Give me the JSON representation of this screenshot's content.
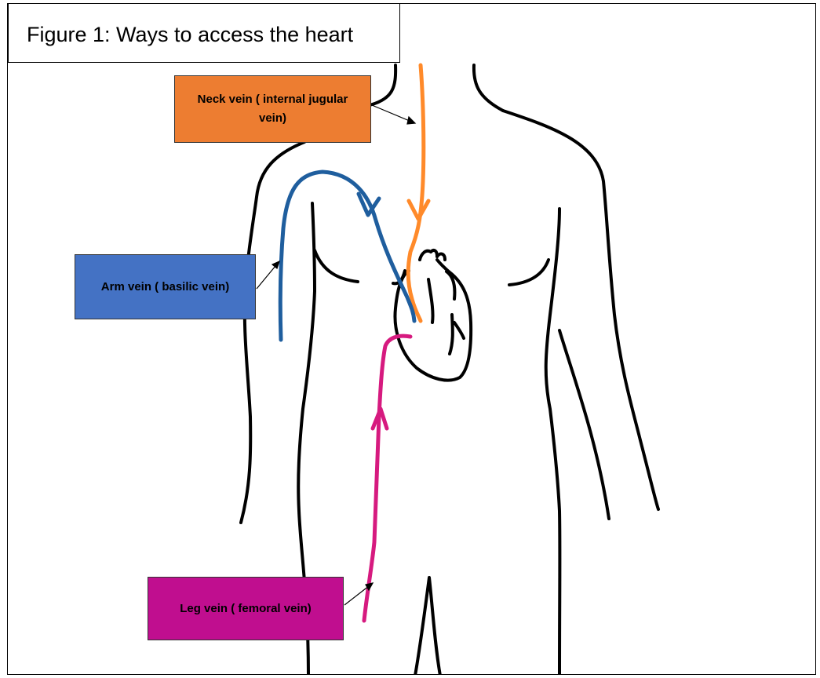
{
  "figure": {
    "caption": "Figure 1: Ways to access the heart"
  },
  "labels": {
    "neck": "Neck vein ( internal jugular vein)",
    "arm": "Arm vein ( basilic vein)",
    "leg": "Leg vein ( femoral vein)"
  },
  "colors": {
    "neck": "#ED7D31",
    "arm": "#4472C4",
    "leg": "#C00E8F",
    "arm_path": "#1F5E9E",
    "neck_path": "#FF8A2A",
    "leg_path": "#D61A7F"
  }
}
